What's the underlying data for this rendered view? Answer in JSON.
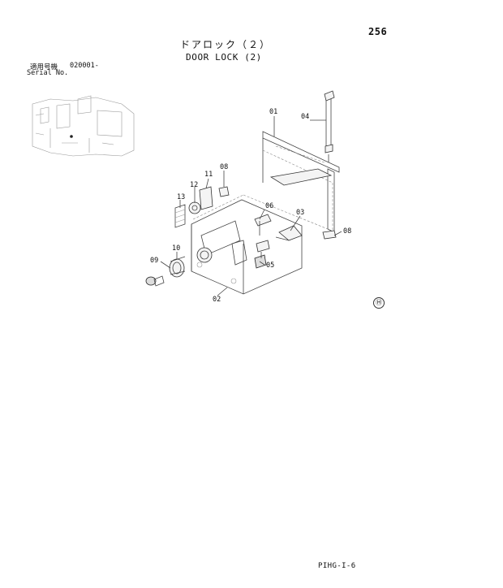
{
  "page_number": "256",
  "title_jp": "ドアロック（２）",
  "title_en": "DOOR LOCK (2)",
  "serial": {
    "label_jp": "適用号機",
    "value": "020001-",
    "label_en": "Serial No."
  },
  "callouts": [
    "01",
    "04",
    "08",
    "11",
    "12",
    "13",
    "06",
    "03",
    "08",
    "10",
    "09",
    "05",
    "02"
  ],
  "footer_code": "PIHG-I-6",
  "copyright_symbol": "Ⓗ"
}
